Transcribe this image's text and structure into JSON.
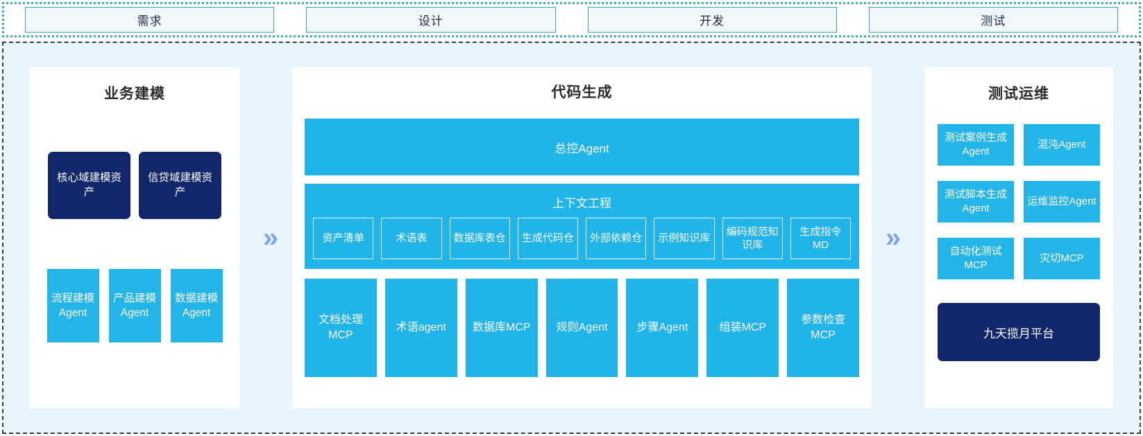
{
  "phases": [
    {
      "label": "需求"
    },
    {
      "label": "设计"
    },
    {
      "label": "开发"
    },
    {
      "label": "测试"
    }
  ],
  "colors": {
    "accent_cyan": "#21b4e9",
    "navy": "#12266c",
    "panel_bg": "#ffffff",
    "canvas_bg": "#e9f5fd",
    "chevron": "#7da6ea",
    "phase_border": "#3f9ec4"
  },
  "left_panel": {
    "title": "业务建模",
    "asset_boxes": [
      {
        "label": "核心域建模资产"
      },
      {
        "label": "信贷域建模资产"
      }
    ],
    "agent_boxes": [
      {
        "label": "流程建模Agent"
      },
      {
        "label": "产品建模Agent"
      },
      {
        "label": "数据建模Agent"
      }
    ]
  },
  "chevron_1": "»",
  "middle_panel": {
    "title": "代码生成",
    "master_agent": "总控Agent",
    "context_engineering": {
      "title": "上下文工程",
      "items": [
        {
          "label": "资产清单"
        },
        {
          "label": "术语表"
        },
        {
          "label": "数据库表仓"
        },
        {
          "label": "生成代码仓"
        },
        {
          "label": "外部依赖仓"
        },
        {
          "label": "示例知识库"
        },
        {
          "label": "编码规范知识库"
        },
        {
          "label": "生成指令MD"
        }
      ]
    },
    "tools": [
      {
        "label": "文档处理MCP"
      },
      {
        "label": "术语agent"
      },
      {
        "label": "数据库MCP"
      },
      {
        "label": "规则Agent"
      },
      {
        "label": "步骤Agent"
      },
      {
        "label": "组装MCP"
      },
      {
        "label": "参数检查MCP"
      }
    ]
  },
  "chevron_2": "»",
  "right_panel": {
    "title": "测试运维",
    "rows": [
      [
        {
          "label": "测试案例生成Agent"
        },
        {
          "label": "混沌Agent"
        }
      ],
      [
        {
          "label": "测试脚本生成Agent"
        },
        {
          "label": "运维监控Agent"
        }
      ],
      [
        {
          "label": "自动化测试MCP"
        },
        {
          "label": "灾切MCP"
        }
      ]
    ],
    "platform": "九天揽月平台"
  }
}
